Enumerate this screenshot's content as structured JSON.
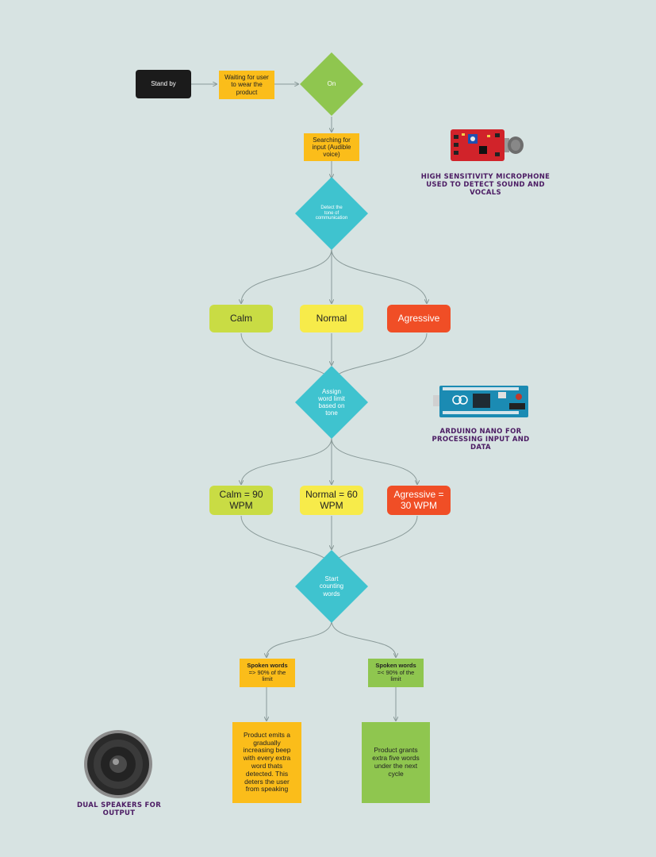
{
  "colors": {
    "background": "#d7e3e2",
    "orange": "#fbbd1a",
    "green": "#8fc64f",
    "teal": "#3fc3cf",
    "lime": "#c9dc44",
    "yellow": "#f7eb4a",
    "red": "#f04e26",
    "black": "#1b1b1b",
    "caption": "#4b1b63"
  },
  "nodes": {
    "standby": "Stand by",
    "waiting": "Waiting for user to wear the product",
    "on": "On",
    "searching": "Searching for input (Audible voice)",
    "detect_tone": "Detect the tone of communication",
    "calm": "Calm",
    "normal": "Normal",
    "aggressive": "Agressive",
    "assign_limit": "Assign word limit based on tone",
    "calm_wpm": "Calm = 90 WPM",
    "normal_wpm": "Normal = 60 WPM",
    "aggressive_wpm": "Agressive = 30 WPM",
    "start_counting": "Start counting words",
    "over_limit_title": "Spoken words",
    "over_limit_rest": "=> 90% of the limit",
    "under_limit_title": "Spoken words",
    "under_limit_rest": "=< 90% of the limit",
    "emits_beep": "Product emits a gradually increasing beep with every extra word thats detected. This deters the user from speaking",
    "grants_words": "Product grants extra five words under the next cycle"
  },
  "components": {
    "microphone_caption": "High sensitivity microphone used to detect sound and vocals",
    "arduino_caption": "Arduino Nano for processing input and data",
    "speaker_caption": "Dual speakers for output",
    "microphone_icon": "microphone-module-icon",
    "arduino_icon": "arduino-board-icon",
    "speaker_icon": "speaker-icon"
  }
}
